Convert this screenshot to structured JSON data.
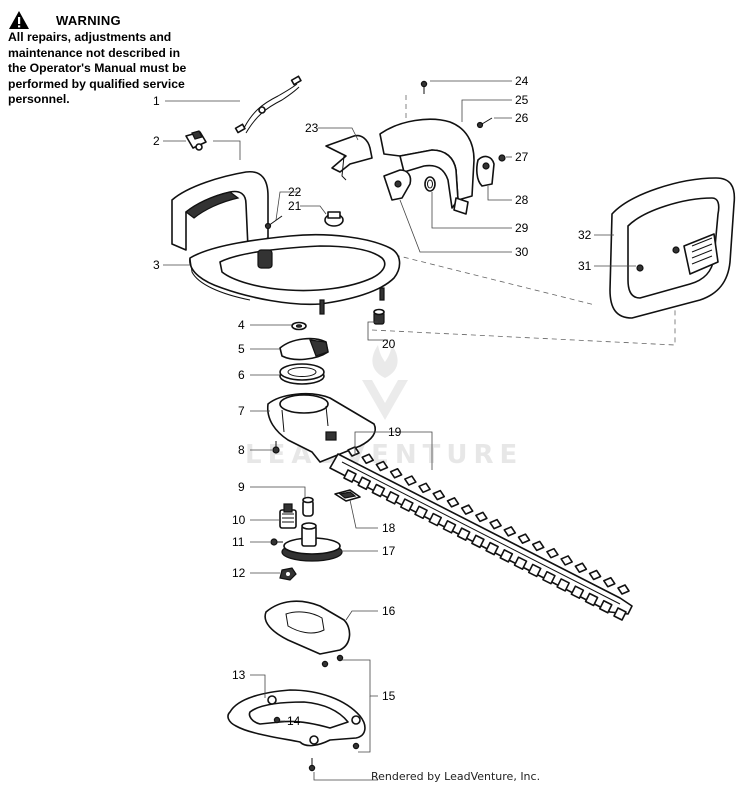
{
  "warning": {
    "title": "WARNING",
    "lines": [
      "All repairs, adjustments and",
      "maintenance not described in",
      "the Operator's Manual must be",
      "performed by qualified service",
      "personnel."
    ],
    "icon": "warning-triangle-icon"
  },
  "watermark": "LEADVENTURE",
  "credit": "Rendered by LeadVenture, Inc.",
  "callouts": [
    "1",
    "2",
    "3",
    "4",
    "5",
    "6",
    "7",
    "8",
    "9",
    "10",
    "11",
    "12",
    "13",
    "14",
    "15",
    "16",
    "17",
    "18",
    "19",
    "20",
    "21",
    "22",
    "23",
    "24",
    "25",
    "26",
    "27",
    "28",
    "29",
    "30",
    "31",
    "32"
  ]
}
